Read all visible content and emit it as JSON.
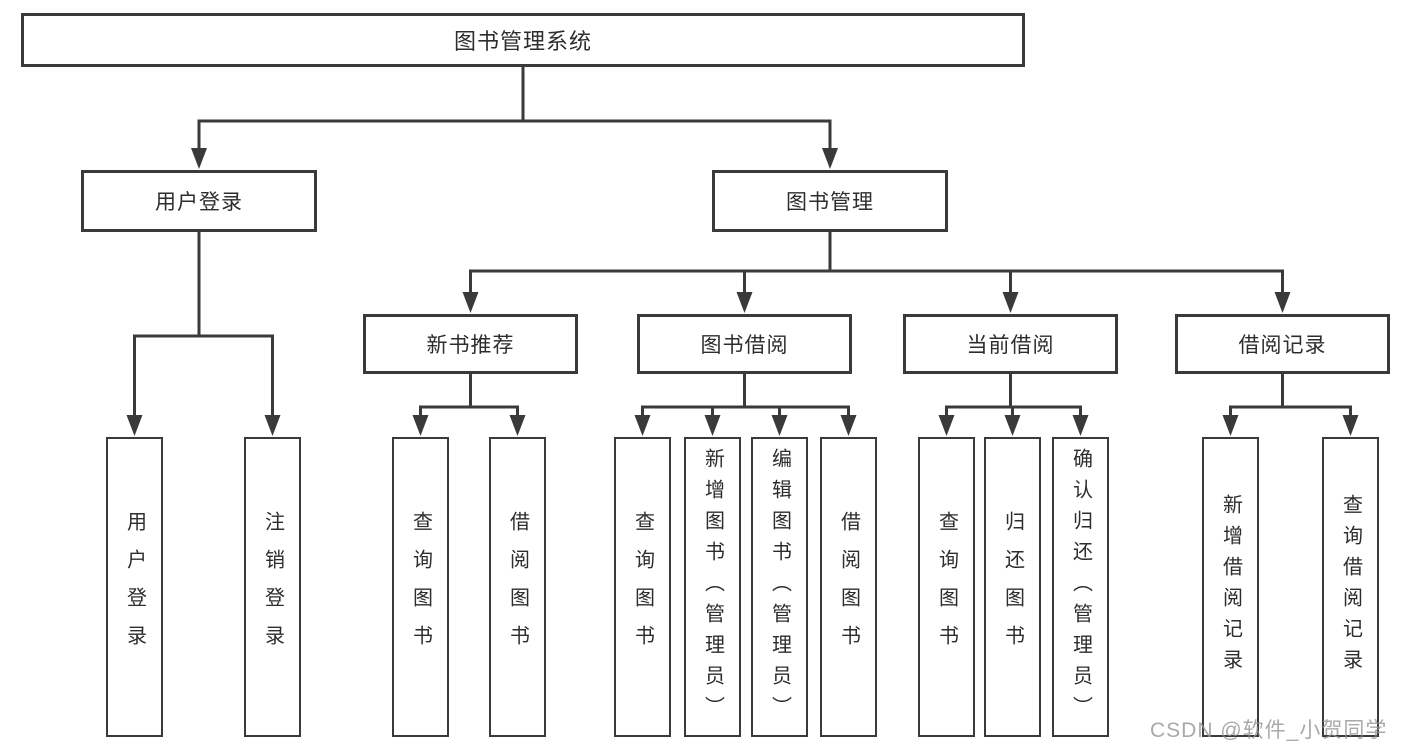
{
  "diagram": {
    "root_label": "图书管理系统",
    "user_login": {
      "label": "用户登录",
      "children": {
        "login": "用户登录",
        "logout": "注销登录"
      }
    },
    "book_management": {
      "label": "图书管理",
      "modules": {
        "new_book_recommend": {
          "label": "新书推荐",
          "children": {
            "query_book": "查询图书",
            "borrow_book": "借阅图书"
          }
        },
        "book_borrow": {
          "label": "图书借阅",
          "children": {
            "query_book": "查询图书",
            "add_book_admin": "新增图书（管理员）",
            "edit_book_admin": "编辑图书（管理员）",
            "borrow_book": "借阅图书"
          }
        },
        "current_borrow": {
          "label": "当前借阅",
          "children": {
            "query_book": "查询图书",
            "return_book": "归还图书",
            "confirm_return_admin": "确认归还（管理员）"
          }
        },
        "borrow_record": {
          "label": "借阅记录",
          "children": {
            "add_borrow_record": "新增借阅记录",
            "query_borrow_record": "查询借阅记录"
          }
        }
      }
    }
  },
  "watermark": {
    "text": "CSDN @软件_小贺同学"
  },
  "colors": {
    "line": "#3a3a3a",
    "text": "#2d2d2d",
    "background": "#ffffff",
    "watermark": "#949494"
  }
}
